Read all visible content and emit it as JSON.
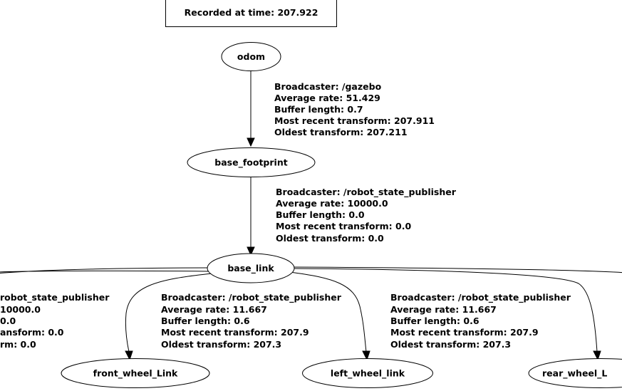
{
  "header": {
    "recorded_label": "Recorded at time: 207.922"
  },
  "nodes": {
    "odom": "odom",
    "base_footprint": "base_footprint",
    "base_link": "base_link",
    "front_wheel": "front_wheel_Link",
    "left_wheel": "left_wheel_link",
    "rear_wheel": "rear_wheel_L"
  },
  "edges": {
    "odom_to_footprint": {
      "broadcaster": "Broadcaster: /gazebo",
      "rate": "Average rate: 51.429",
      "buffer": "Buffer length: 0.7",
      "recent": "Most recent transform: 207.911",
      "oldest": "Oldest transform: 207.211"
    },
    "footprint_to_base": {
      "broadcaster": "Broadcaster: /robot_state_publisher",
      "rate": "Average rate: 10000.0",
      "buffer": "Buffer length: 0.0",
      "recent": "Most recent transform: 0.0",
      "oldest": "Oldest transform: 0.0"
    },
    "left_cut": {
      "broadcaster": "robot_state_publisher",
      "rate": "10000.0",
      "buffer": "0.0",
      "recent": "ansform: 0.0",
      "oldest": "rm: 0.0"
    },
    "base_to_front": {
      "broadcaster": "Broadcaster: /robot_state_publisher",
      "rate": "Average rate: 11.667",
      "buffer": "Buffer length: 0.6",
      "recent": "Most recent transform: 207.9",
      "oldest": "Oldest transform: 207.3"
    },
    "base_to_left": {
      "broadcaster": "Broadcaster: /robot_state_publisher",
      "rate": "Average rate: 11.667",
      "buffer": "Buffer length: 0.6",
      "recent": "Most recent transform: 207.9",
      "oldest": "Oldest transform: 207.3"
    }
  }
}
